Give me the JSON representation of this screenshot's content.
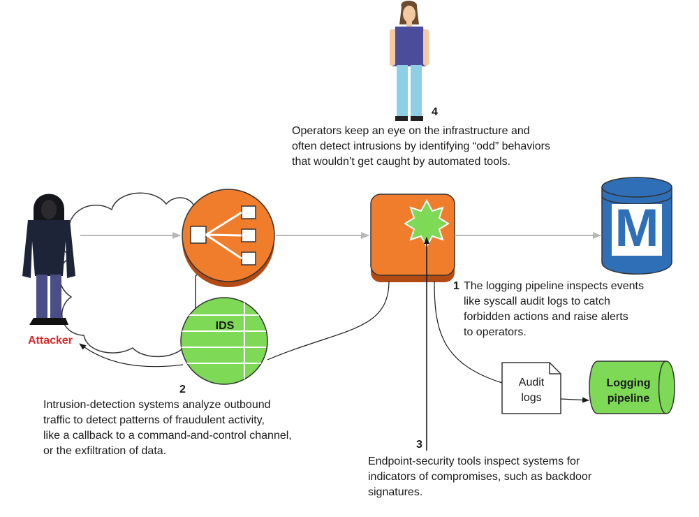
{
  "labels": {
    "attacker": "Attacker",
    "ids": "IDS",
    "audit_logs": [
      "Audit",
      "logs"
    ],
    "logging_pipeline": [
      "Logging",
      "pipeline"
    ],
    "database": "M"
  },
  "annotations": {
    "n1": {
      "number": "1",
      "lines": [
        "The logging pipeline inspects events",
        "like syscall audit logs to catch",
        "forbidden actions and raise alerts",
        "to operators."
      ]
    },
    "n2": {
      "number": "2",
      "lines": [
        "Intrusion-detection systems analyze outbound",
        "traffic to detect patterns of fraudulent activity,",
        "like a callback to a command-and-control channel,",
        "or the exfiltration of data."
      ]
    },
    "n3": {
      "number": "3",
      "lines": [
        "Endpoint-security tools inspect systems for",
        "indicators of compromises, such as backdoor",
        "signatures."
      ]
    },
    "n4": {
      "number": "4",
      "lines": [
        "Operators keep an eye on the infrastructure and",
        "often detect intrusions by identifying “odd” behaviors",
        "that wouldn’t get caught by automated tools."
      ]
    }
  },
  "colors": {
    "orange": "#f07d2c",
    "orange_dark": "#b34a14",
    "green": "#7ed957",
    "blue": "#2f6fb8",
    "blue_dark": "#1b4a85",
    "attacker_red": "#d42b2b",
    "arrow_gray": "#b8b8b8",
    "line_black": "#1a1a1a"
  }
}
